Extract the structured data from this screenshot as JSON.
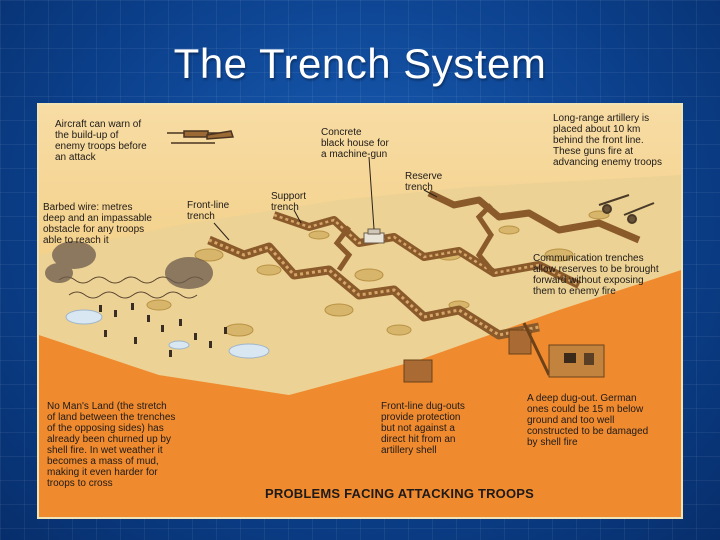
{
  "slide": {
    "title": "The Trench System"
  },
  "figure": {
    "callouts": {
      "aircraft": "Aircraft can warn of\nthe build-up of\nenemy troops before\nan attack",
      "concrete": "Concrete\nblack house for\na machine-gun",
      "artillery": "Long-range artillery is\nplaced about 10 km\nbehind the front line.\nThese guns fire at\nadvancing enemy troops",
      "reserve": "Reserve\ntrench",
      "support": "Support\ntrench",
      "frontline": "Front-line\ntrench",
      "barbed": "Barbed wire: metres\ndeep and an impassable\nobstacle for any troops\nable to reach it",
      "communication": "Communication trenches\nallow reserves to be brought\nforward without exposing\nthem to enemy fire",
      "no_mans_land": "No Man's Land (the stretch\nof land between the trenches\nof the opposing sides) has\nalready been churned up by\nshell fire. In wet weather it\nbecomes a mass of mud,\nmaking it even harder for\ntroops to cross",
      "dugouts": "Front-line dug-outs\nprovide protection\nbut not against a\ndirect hit from an\nartillery shell",
      "deep_dugout": "A deep dug-out. German\nones could be 15 m below\nground and too well\nconstructed to be damaged\nby shell fire"
    },
    "caption": "PROBLEMS FACING ATTACKING TROOPS"
  },
  "colors": {
    "background": "#0b3f8a",
    "ground_top": "#f3cf86",
    "ground_cut": "#f08a2c",
    "trench_wall": "#b07a3e",
    "text": "#1e1a18"
  }
}
